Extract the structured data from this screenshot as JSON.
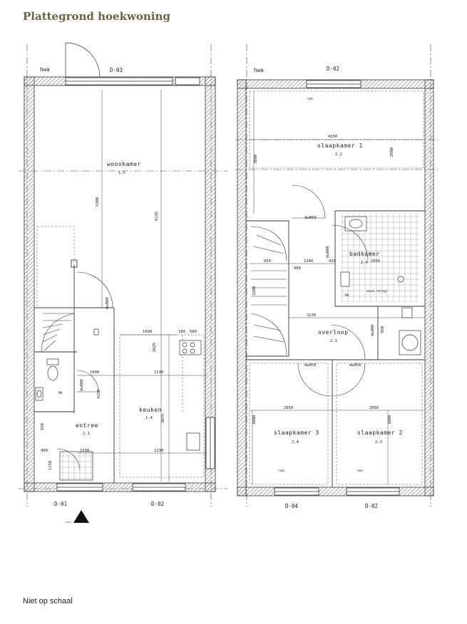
{
  "title": "Plattegrond hoekwoning",
  "footnote": "Niet op schaal",
  "ground_floor": {
    "axis_labels": {
      "top_left": "hwa",
      "top_door": "D-03",
      "bottom_left": "D-01",
      "bottom_right": "D-02"
    },
    "rooms": [
      {
        "name": "woonkamer",
        "code": "1.5"
      },
      {
        "name": "keuken",
        "code": "1.4"
      },
      {
        "name": "entree",
        "code": "1.1"
      }
    ],
    "dims": {
      "d5380": "5380",
      "d6125": "6125",
      "d1490": "1490",
      "d180": "180",
      "d580": "580",
      "d1000": "1000",
      "d2130a": "2130",
      "d2130b": "2130",
      "d1530": "1530",
      "d4150": "4150",
      "d3075": "3075",
      "d920": "920",
      "d400": "400",
      "dw880": "dw880",
      "dw800": "dw800",
      "d2625": "2625",
      "d1150": "1150"
    },
    "misc": {
      "mk": "MK"
    }
  },
  "first_floor": {
    "axis_labels": {
      "top_left": "hwa",
      "top_door": "D-02",
      "bottom_left": "D-04",
      "bottom_right": "D-02"
    },
    "rooms": [
      {
        "name": "slaapkamer 1",
        "code": "2.2"
      },
      {
        "name": "badkamer",
        "code": "2.4"
      },
      {
        "name": "overloop",
        "code": "2.1"
      },
      {
        "name": "slaapkamer 3",
        "code": "2.4"
      },
      {
        "name": "slaapkamer 2",
        "code": "2.3"
      }
    ],
    "dims": {
      "d4200": "4200",
      "d2900": "2900",
      "d3000": "3000",
      "d3200": "3200",
      "d950": "950",
      "d1300": "1300",
      "d420": "420",
      "d2050a": "2050",
      "d3130": "3130",
      "d950b": "950",
      "d2050b": "2050",
      "d2050c": "2050",
      "d3000b": "3000",
      "d3000c": "3000",
      "dw850a": "dw850",
      "dw850b": "dw850",
      "dw850c": "dw850",
      "dw880": "dw880",
      "dw900": "dw900",
      "d980": "980"
    },
    "misc": {
      "rad1": "rad.",
      "rad2": "rad.",
      "rad3": "rad.",
      "mv": "MV",
      "wasm": "wasm./drogr"
    }
  },
  "colors": {
    "wall": "#555555",
    "line": "#222222",
    "hatch": "#888888",
    "dash": "#444444",
    "title": "#6b6245"
  },
  "icons": [
    "north-arrow-icon",
    "toilet-icon",
    "sink-icon",
    "shower-icon",
    "washing-machine-icon",
    "stove-icon"
  ]
}
